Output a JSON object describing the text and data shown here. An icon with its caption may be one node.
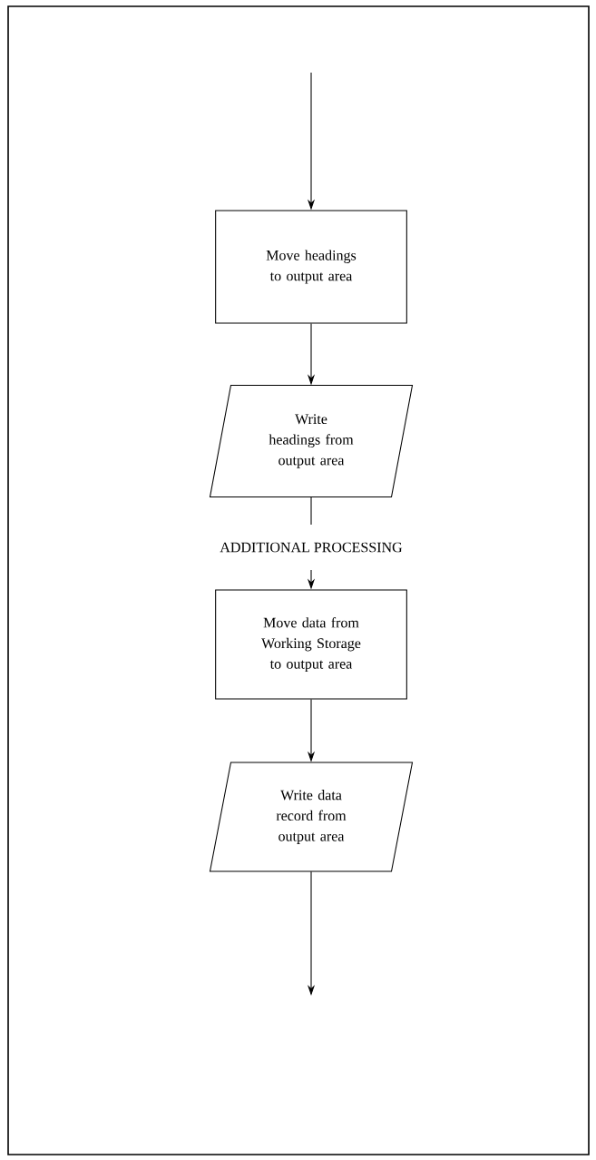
{
  "diagram": {
    "nodes": [
      {
        "text": [
          "Move headings to output area"
        ]
      },
      {
        "text": [
          "Write headings from output area"
        ]
      },
      {
        "text": [
          "ADDITIONAL PROCESSING"
        ]
      },
      {
        "text": [
          "Move data from Working Storage to output area"
        ]
      },
      {
        "text": [
          "Write data record from output area"
        ]
      }
    ],
    "edges": [
      {
        "from": null,
        "to": 0,
        "arrow": "to"
      },
      {
        "from": 0,
        "to": 1,
        "arrow": "to"
      },
      {
        "from": 1,
        "to": 2,
        "arrow": "none"
      },
      {
        "from": 2,
        "to": 3,
        "arrow": "to"
      },
      {
        "from": 3,
        "to": 4,
        "arrow": "to"
      },
      {
        "from": 4,
        "to": null,
        "arrow": "to"
      }
    ]
  }
}
